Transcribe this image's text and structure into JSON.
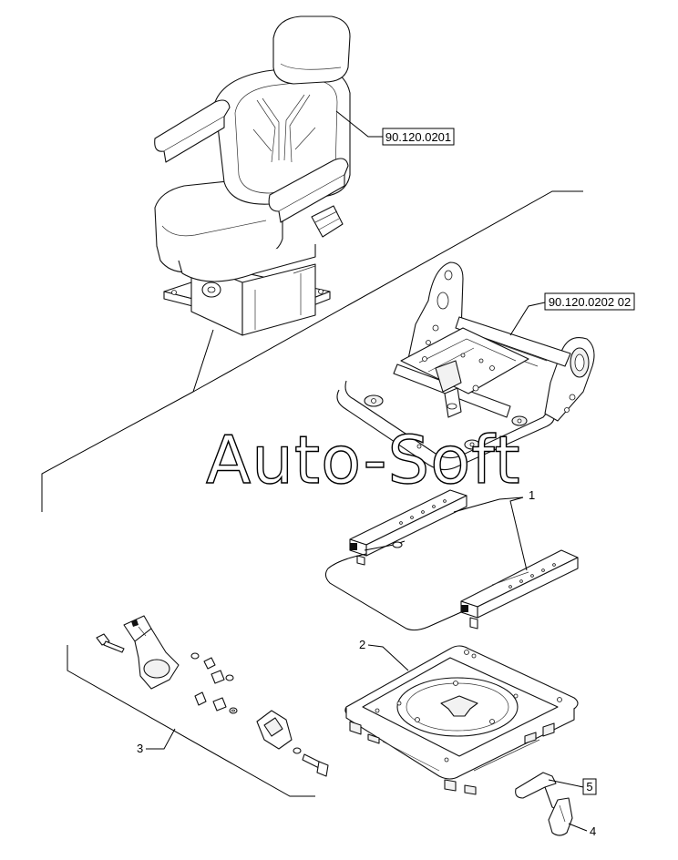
{
  "references": {
    "seat_assembly": "90.120.0201",
    "seat_frame": "90.120.0202 02",
    "item_5": "5"
  },
  "callouts": {
    "item_1": "1",
    "item_2": "2",
    "item_3": "3",
    "item_4": "4"
  },
  "watermark": "Auto-Soft"
}
